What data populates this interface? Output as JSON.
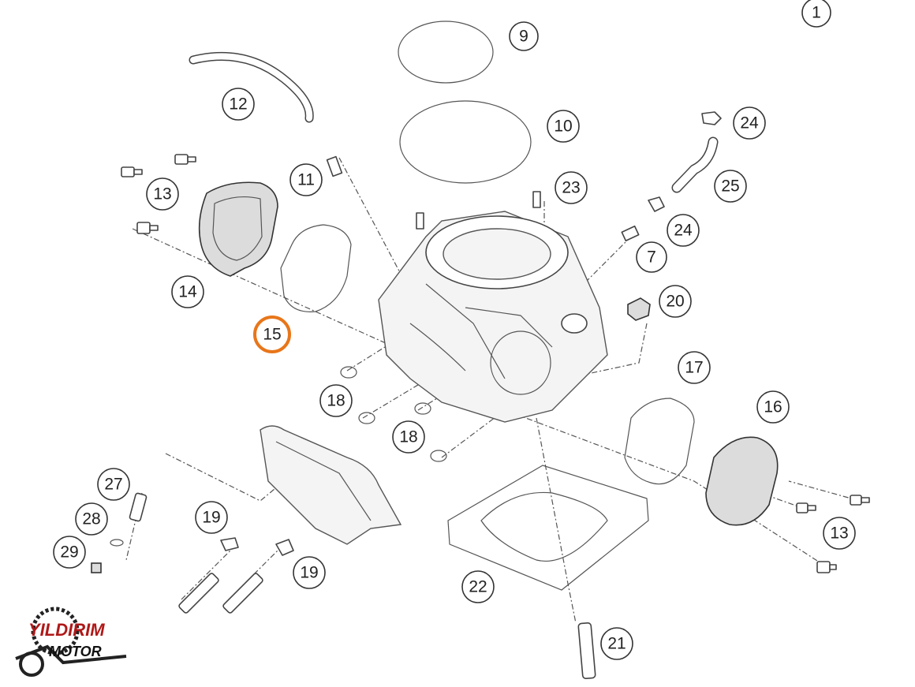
{
  "highlight_color": "#e8761a",
  "callouts": [
    "1",
    "9",
    "10",
    "12",
    "11",
    "24",
    "23",
    "13",
    "25",
    "24",
    "7",
    "14",
    "20",
    "15",
    "17",
    "18",
    "16",
    "18",
    "27",
    "19",
    "28",
    "13",
    "29",
    "19",
    "22",
    "21"
  ],
  "logo": {
    "line1": "YILDIRIM",
    "line2": "MOTOR"
  }
}
